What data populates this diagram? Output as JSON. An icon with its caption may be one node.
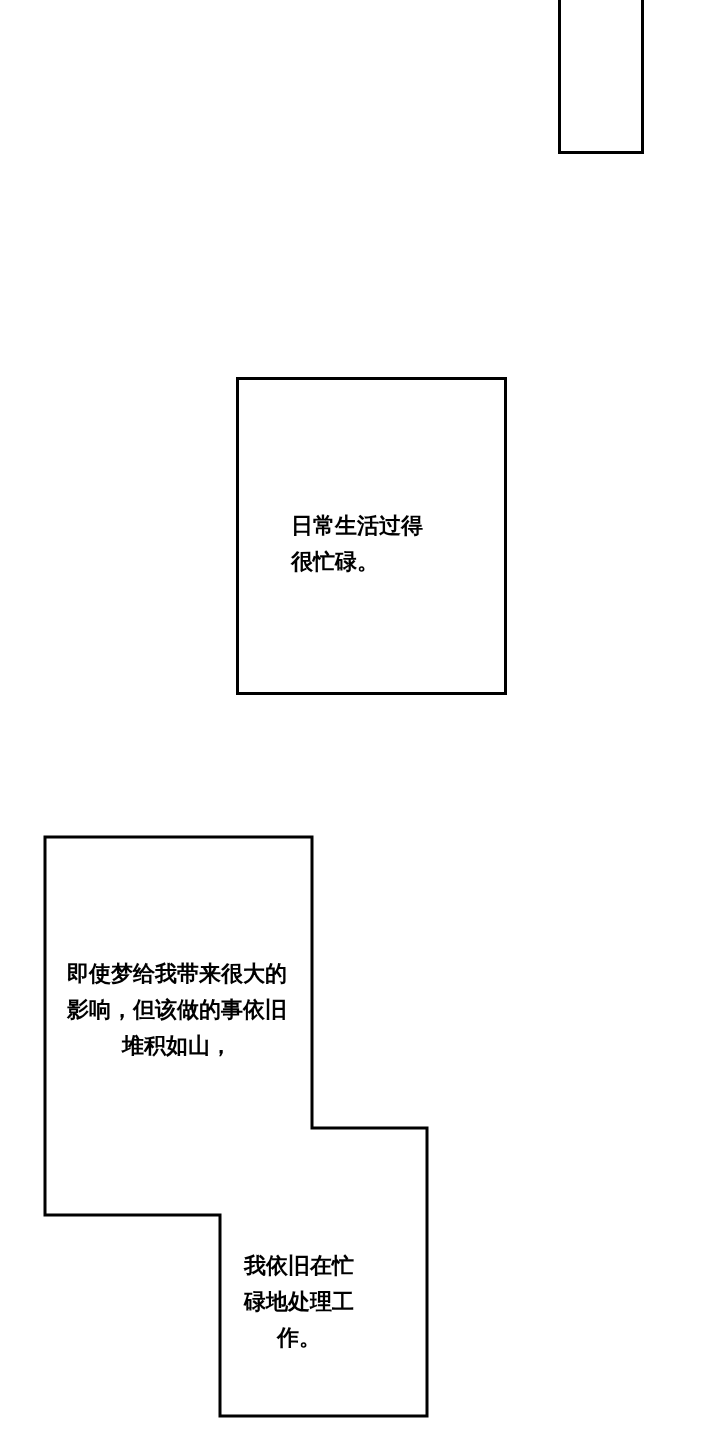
{
  "diagram": {
    "nodes": [
      {
        "text": [],
        "shape": "box"
      },
      {
        "text": [
          "日常生活过得很忙碌。"
        ]
      },
      {
        "text": [
          "即使梦给我带来很大的影响，但该做的事依旧堆积如山，",
          "我依旧在忙碌地处理工作。"
        ]
      }
    ]
  }
}
